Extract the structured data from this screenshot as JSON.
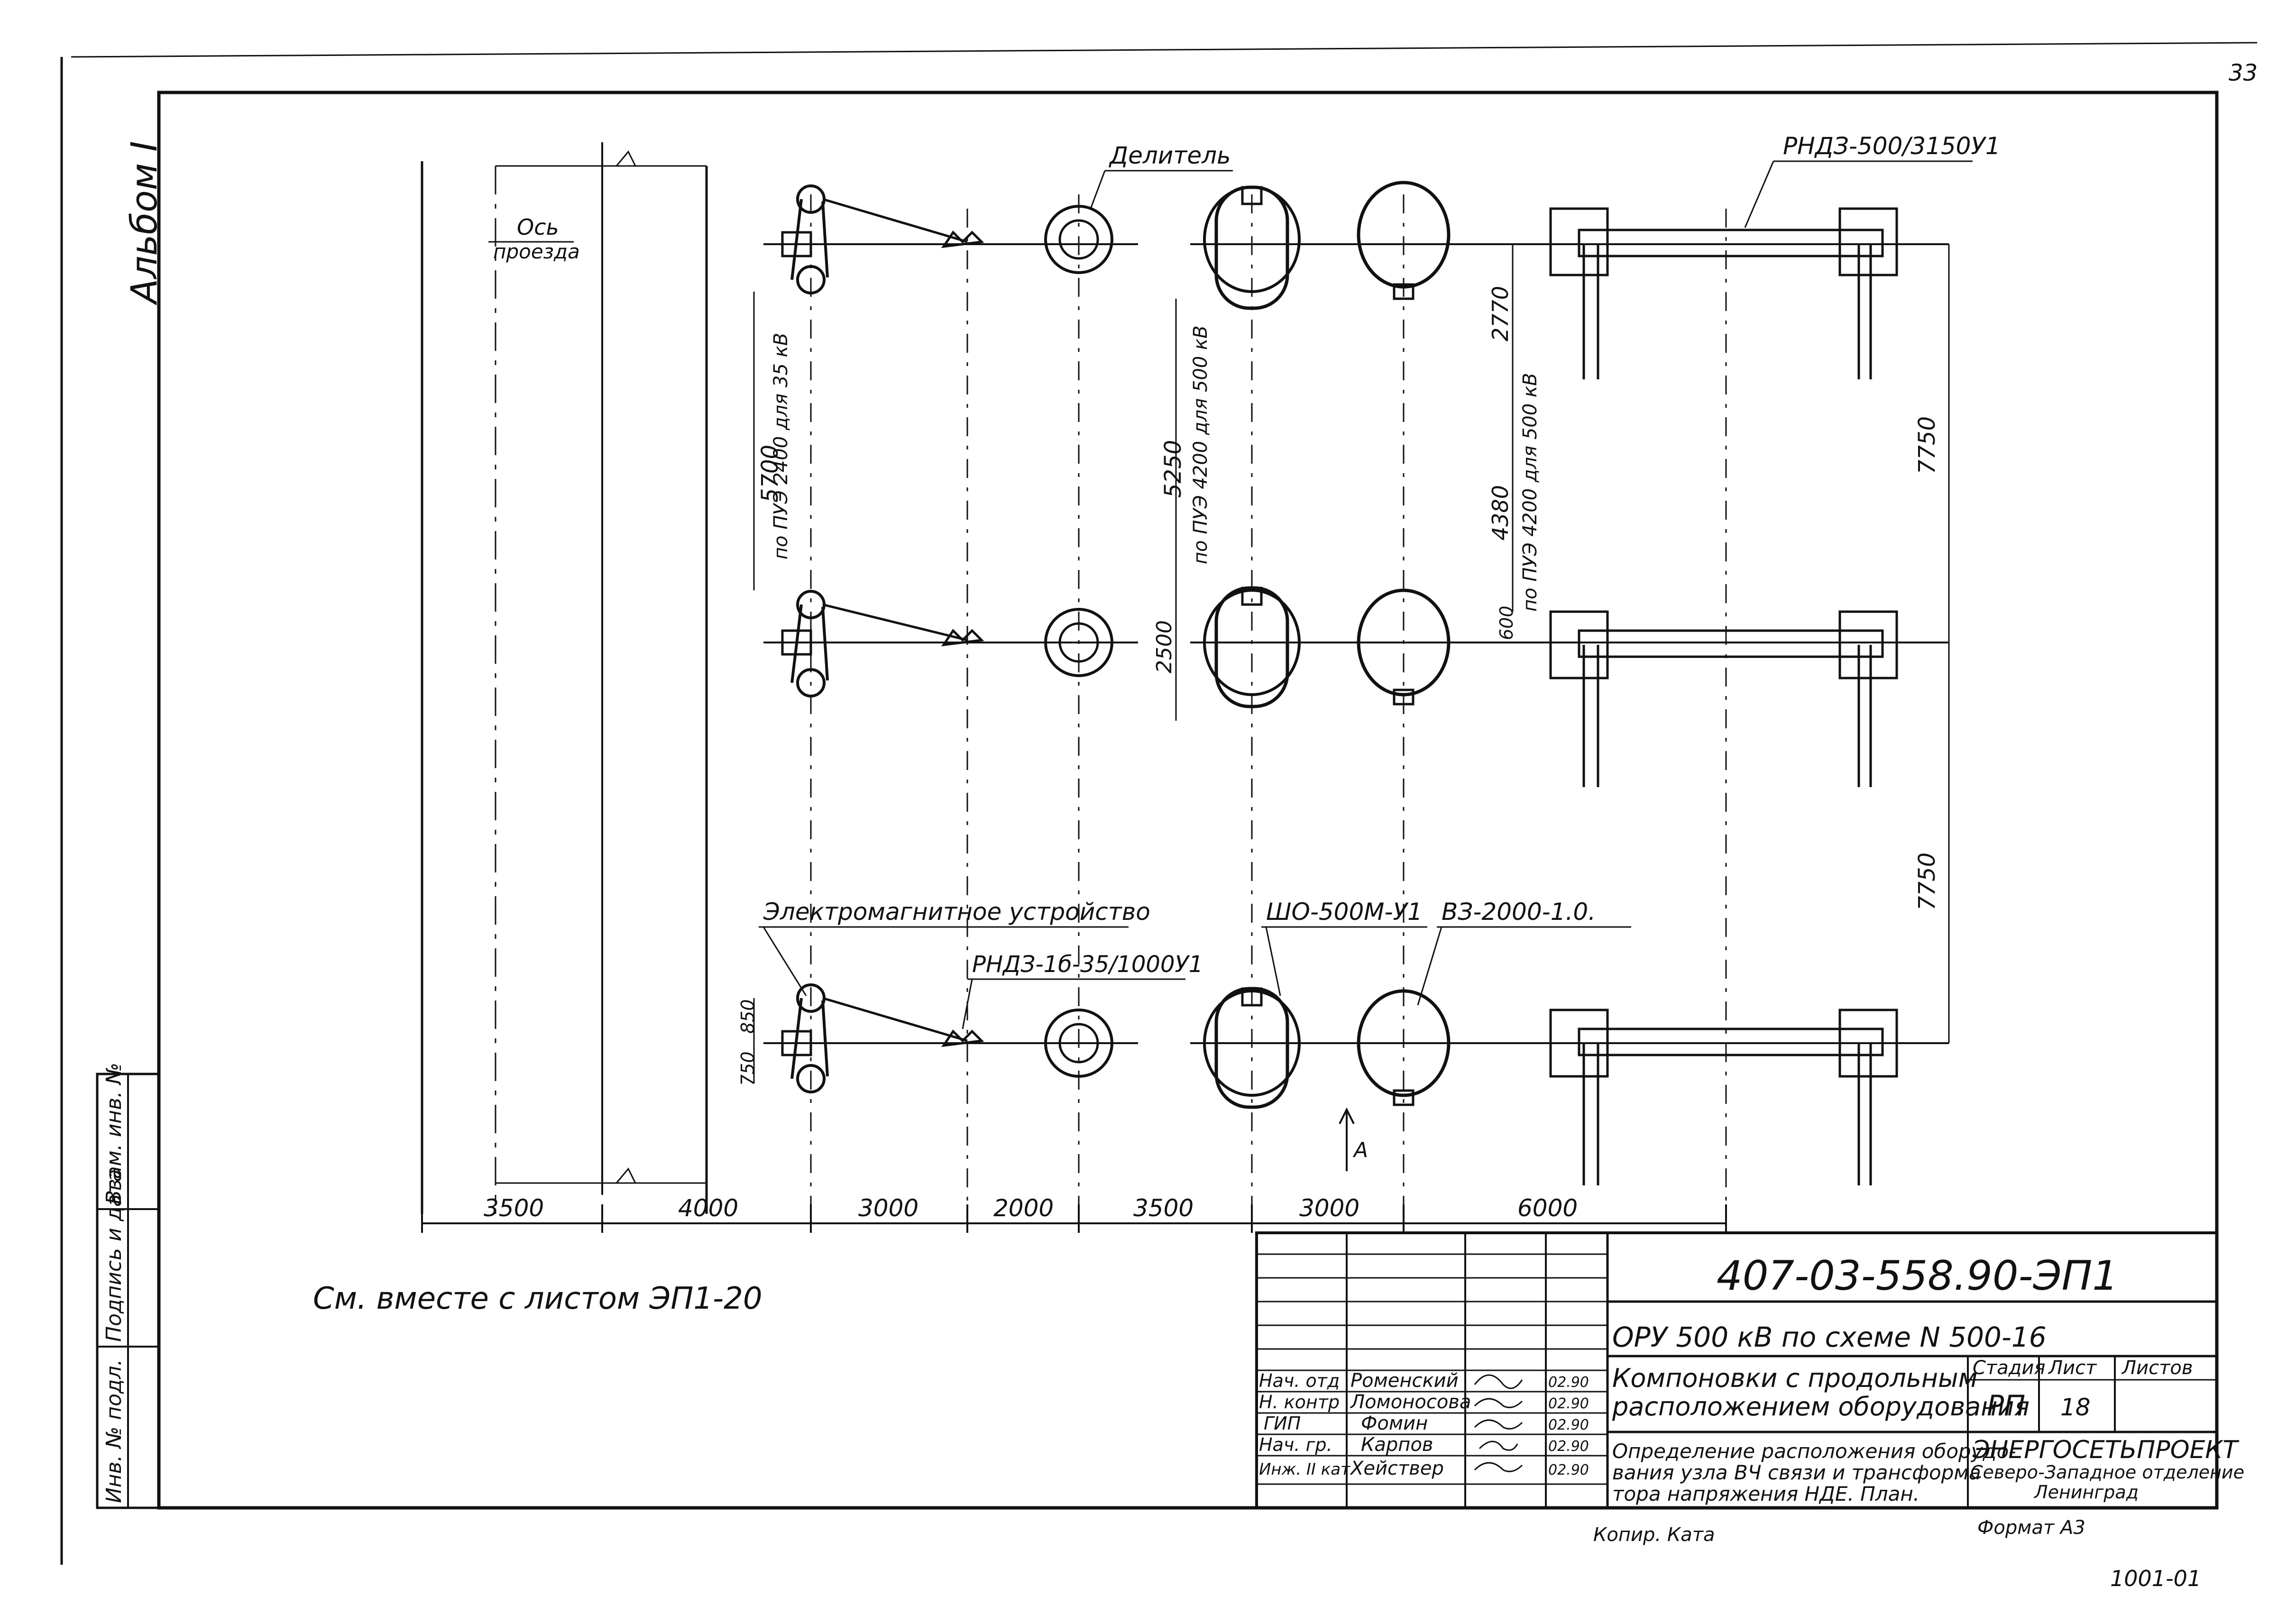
{
  "sheet_corner_number": "33",
  "album_label": "Альбом I",
  "left_stamp": {
    "cells": [
      "Инв. № подл.",
      "Подпись и дата",
      "Взам. инв. №"
    ]
  },
  "labels": {
    "axis": "Ось",
    "axis2": "проезда",
    "divider": "Делитель",
    "disconnector_top": "РНДЗ-500/3150У1",
    "em_device": "Электромагнитное устройство",
    "small_disconnector": "РНДЗ-1б-35/1000У1",
    "trap": "ШО-500М-У1",
    "cap": "ВЗ-2000-1.0.",
    "view": "А"
  },
  "vertical_dims": {
    "d5700": "5700",
    "d5700_note": "по ПУЭ 2400 для 35 кВ",
    "d5250": "5250",
    "d5250_note": "по ПУЭ 4200 для 500 кВ",
    "d4380": "4380",
    "d4380_note": "по ПУЭ 4200 для 500 кВ",
    "d2770": "2770",
    "d2500": "2500",
    "d600": "600",
    "d7750a": "7750",
    "d7750b": "7750",
    "d850": "850",
    "d750": "750"
  },
  "horizontal_dims": [
    "3500",
    "4000",
    "3000",
    "2000",
    "3500",
    "3000",
    "6000"
  ],
  "note": "См. вместе с листом ЭП1-20",
  "title_block": {
    "doc_code": "407-03-558.90-ЭП1",
    "project": "ОРУ 500 кВ по схеме N 500-16",
    "title_1": "Компоновки с продольным",
    "title_2": "расположением оборудования",
    "sheet_title_1": "Определение расположения оборудо-",
    "sheet_title_2": "вания узла ВЧ связи и трансформа",
    "sheet_title_3": "тора напряжения НДЕ. План.",
    "col_stage": "Стадия",
    "col_sheet": "Лист",
    "col_sheets": "Листов",
    "stage": "РП",
    "sheet": "18",
    "org_1": "ЭНЕРГОСЕТЬПРОЕКТ",
    "org_2": "Северо-Западное отделение",
    "org_3": "Ленинград",
    "format": "Формат А3",
    "copied": "Копир. Ката",
    "roles": [
      "Нач. отд",
      "Н. контр",
      "ГИП",
      "Нач. гр.",
      "Инж. II кат"
    ],
    "names": [
      "Роменский",
      "Ломоносова",
      "Фомин",
      "Карпов",
      "Хействер"
    ],
    "dates": [
      "02.90",
      "02.90",
      "02.90",
      "02.90",
      "02.90"
    ]
  },
  "bottom_mark": "1001-01"
}
